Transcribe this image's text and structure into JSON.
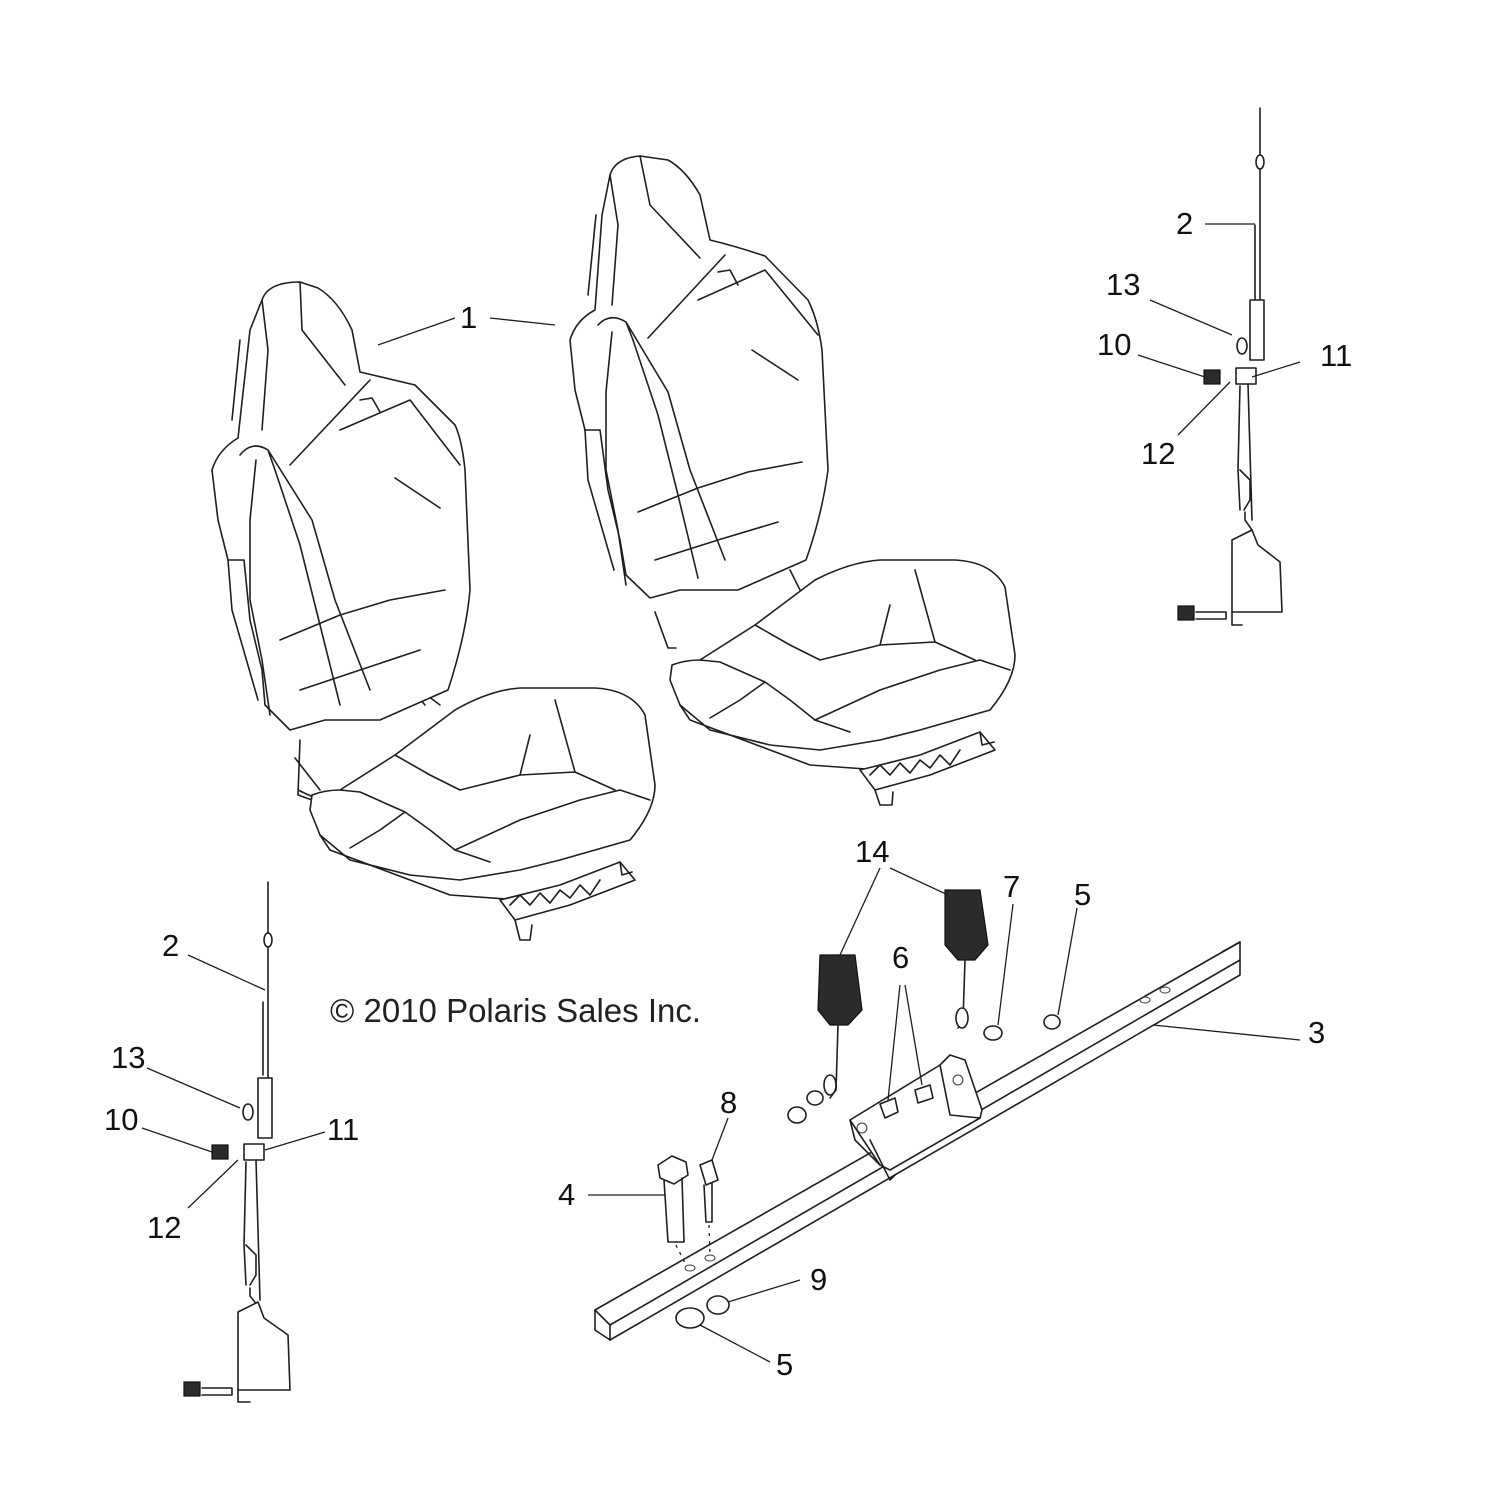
{
  "copyright": "© 2010 Polaris Sales Inc.",
  "callouts": {
    "c1": "1",
    "c2_upper": "2",
    "c13_upper": "13",
    "c10_upper": "10",
    "c11_upper": "11",
    "c12_upper": "12",
    "c2_lower": "2",
    "c13_lower": "13",
    "c10_lower": "10",
    "c11_lower": "11",
    "c12_lower": "12",
    "c14": "14",
    "c7": "7",
    "c5_upper": "5",
    "c6": "6",
    "c3": "3",
    "c8": "8",
    "c4": "4",
    "c9": "9",
    "c5_lower": "5"
  }
}
